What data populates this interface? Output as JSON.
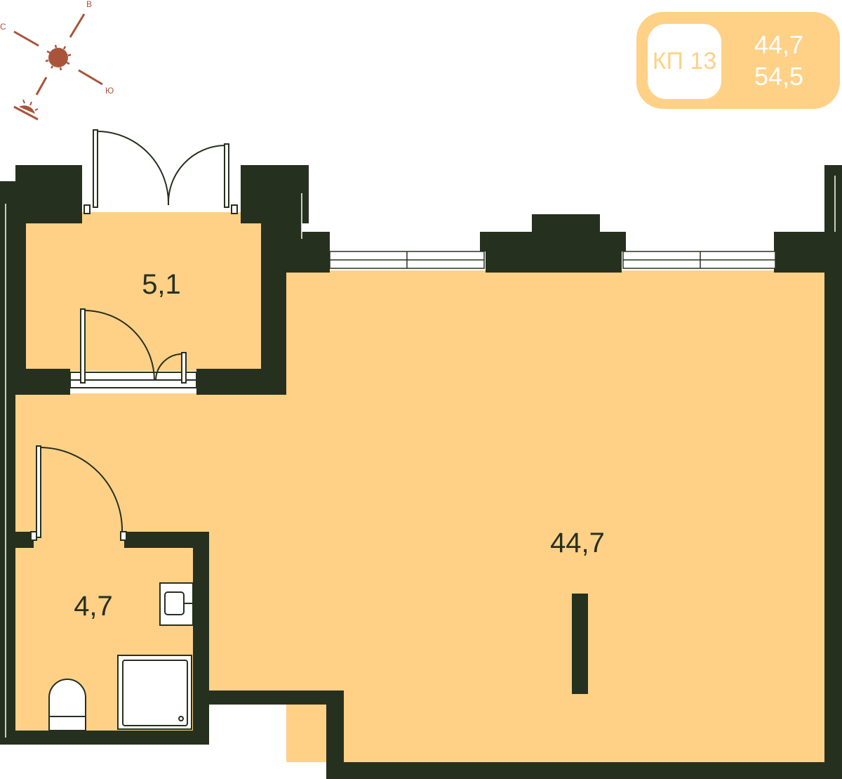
{
  "compass": {
    "north": "С",
    "east": "В",
    "south": "Ю",
    "icon": "sun-icon"
  },
  "badge": {
    "code": "КП 13",
    "living_area": "44,7",
    "total_area": "54,5"
  },
  "rooms": [
    {
      "name": "entry",
      "area": "5,1"
    },
    {
      "name": "main-room",
      "area": "44,7"
    },
    {
      "name": "bathroom",
      "area": "4,7"
    }
  ],
  "colors": {
    "floor": "#fed187",
    "wall": "#26301f",
    "compass": "#a9543a"
  }
}
